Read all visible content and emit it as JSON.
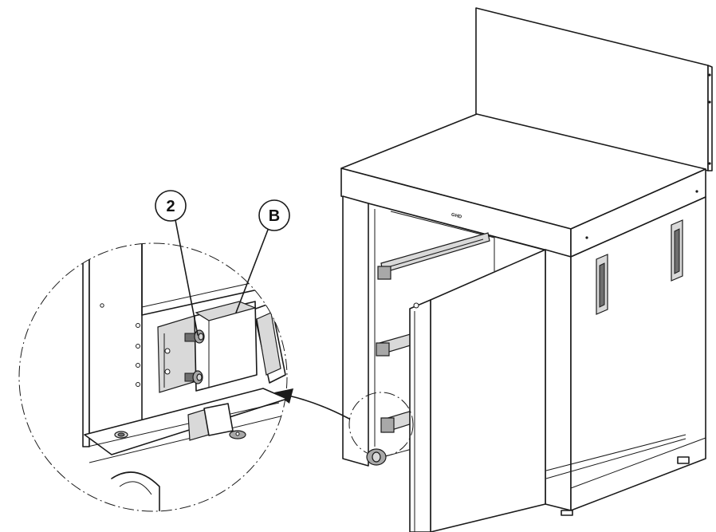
{
  "callouts": {
    "part_number": "2",
    "part_letter": "B"
  },
  "brand_mark": "GHD",
  "colors": {
    "line": "#1a1a1a",
    "background": "#ffffff",
    "shade_light": "#d9d9d9",
    "shade_mid": "#a8a8a8",
    "shade_dark": "#6f6f6f"
  }
}
